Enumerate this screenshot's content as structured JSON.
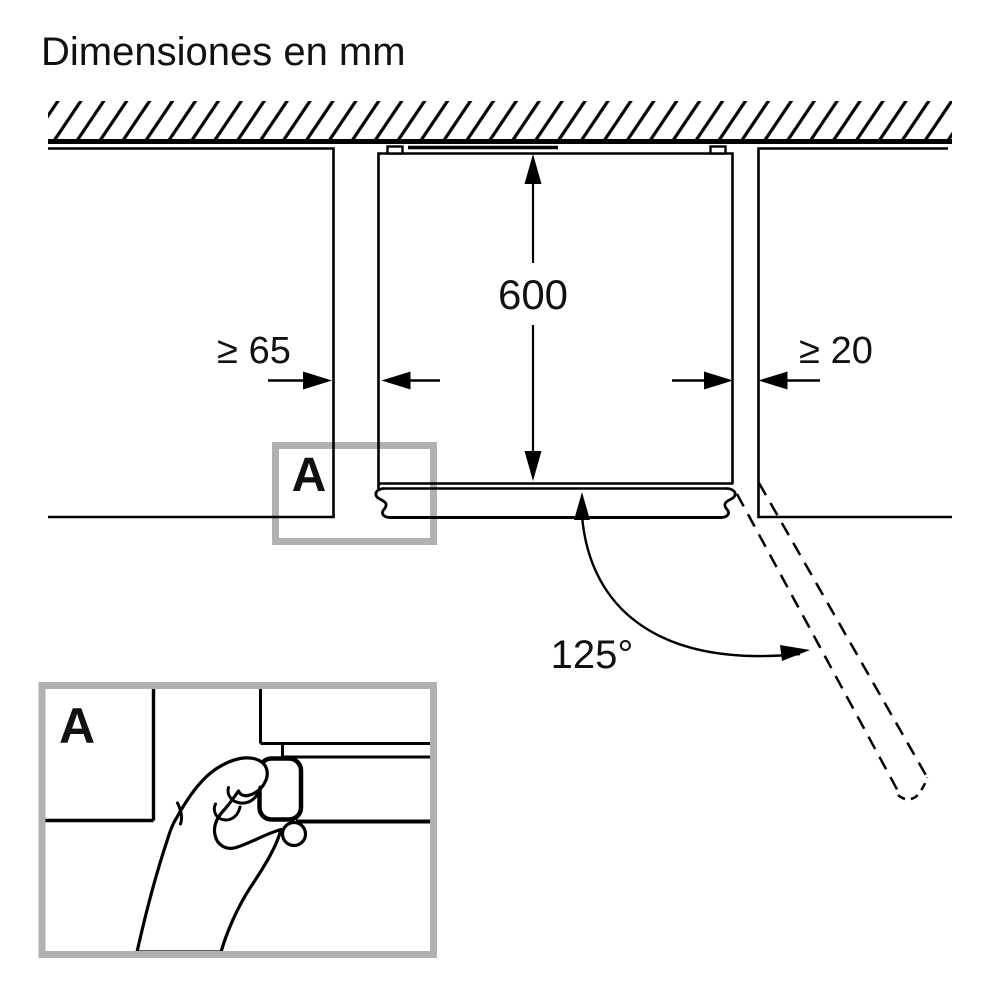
{
  "title": "Dimensiones en mm",
  "colors": {
    "line": "#000000",
    "text": "#111111",
    "detail_frame": "#b1b1b1",
    "background": "#ffffff"
  },
  "main_diagram": {
    "depth_dimension": "600",
    "left_clearance": "≥ 65",
    "right_clearance": "≥ 20",
    "door_opening_angle": "125°",
    "detail_callout_label": "A"
  },
  "detail_view": {
    "label": "A"
  }
}
